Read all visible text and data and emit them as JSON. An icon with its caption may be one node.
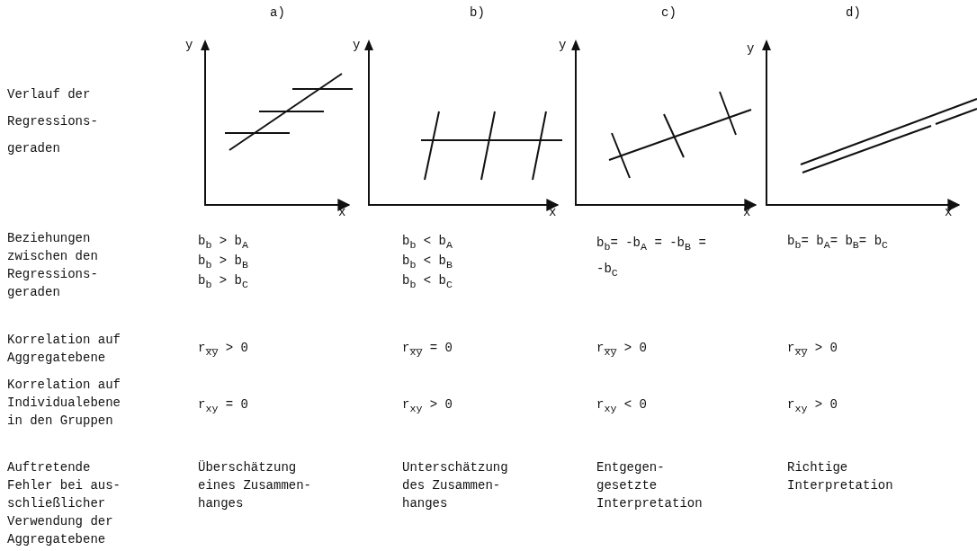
{
  "diagram": {
    "labels": [
      "a)",
      "b)",
      "c)",
      "d)",
      "Verlauf der Regressions- geraden",
      "y",
      "x",
      "y",
      "x",
      "y",
      "x",
      "y",
      "x",
      "Beziehungen zwischen den Regressions- geraden",
      "b$_{b}$ > b$_{A}$",
      "b$_{b}$ > b$_{B}$",
      "b$_{b}$ > b$_{C}$",
      "b$_{b}$ < b$_{A}$",
      "b$_{b}$ < b$_{B}$",
      "b$_{b}$ < b$_{C}$",
      "b$_{b}$= -b$_{A}$ = -b$_{B}$ = -b$_{C}$",
      "b$_{b}$= b$_{A}$= b$_{B}$= b$_{C}$",
      "Korrelation auf Aggregatebene",
      "r$_{x̅y̅}$ > 0",
      "r$_{x̅y̅}$ = 0",
      "r$_{x̅y̅}$ > 0",
      "r$_{x̅y̅}$ > 0",
      "Korrelation auf Individualebene in den Gruppen",
      "r$_{xy}$ = 0",
      "r$_{xy}$ > 0",
      "r$_{xy}$ < 0",
      "r$_{xy}$ > 0",
      "Auftretende Fehler bei aus- schließlicher Verwendung der Aggregatebene",
      "Überschätzung eines Zusammen- hanges",
      "Unterschätzung des Zusammen- hanges",
      "Entgegen- gesetzte Interpretation",
      "Richtige Interpretation"
    ]
  }
}
